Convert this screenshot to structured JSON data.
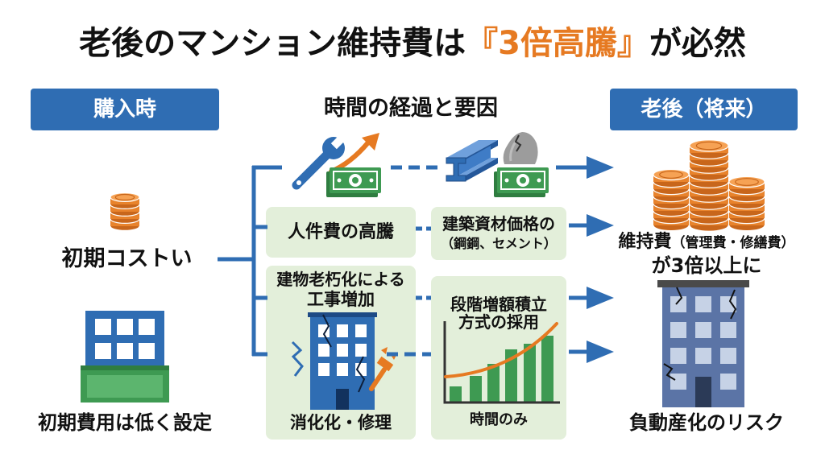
{
  "title": {
    "before": "老後のマンション維持費は",
    "highlight": "『3倍高騰』",
    "after": "が必然"
  },
  "colors": {
    "header_blue": "#2f6db3",
    "accent_orange": "#e67a22",
    "factor_box_green": "#e3efda",
    "money_green": "#3e9a52",
    "aged_building": "#5b74a6",
    "coin_orange": "#e8832c"
  },
  "purchase": {
    "header": "購入時",
    "cost_label": "初期コストい",
    "caption": "初期費用は低く設定",
    "icons": [
      "coin-stack-icon",
      "building-icon"
    ]
  },
  "factors": {
    "heading": "時間の経過と要因",
    "top_row_icons": [
      "wrench-icon",
      "rising-arrow-icon",
      "money-bill-icon",
      "steel-beam-icon",
      "cement-bag-icon",
      "money-bill-icon"
    ],
    "labor": {
      "label": "人件費の高騰"
    },
    "materials": {
      "line1": "建築資材価格の",
      "line2": "（鋼鋼、セメント）"
    },
    "aging": {
      "line1": "建物老朽化による",
      "line2": "工事増加",
      "caption": "消化化・修理",
      "icon": "cracked-building-icon"
    },
    "reserve": {
      "line1": "段階増額積立",
      "line2": "方式の採用",
      "caption": "時間のみ",
      "icon": "rising-bar-chart-icon"
    }
  },
  "future": {
    "header": "老後（将来）",
    "cost_main": "維持費",
    "cost_detail": "（管理費・修繕費）",
    "cost_result": "が3倍以上に",
    "caption": "負動産化のリスク",
    "icons": [
      "coin-stacks-icon",
      "aged-building-icon"
    ]
  }
}
